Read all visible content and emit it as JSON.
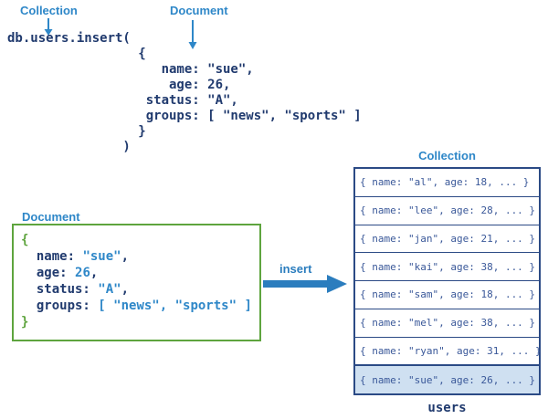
{
  "colors": {
    "navy": "#203a6e",
    "label_blue": "#2e87c8",
    "arrow_blue": "#2b7dbe",
    "green": "#5ea43e",
    "row_text_blue": "#3a5899",
    "table_border": "#2b4a85",
    "highlight_row_bg": "#cfe0f1"
  },
  "top": {
    "collection_label": "Collection",
    "document_label": "Document",
    "code_lines": [
      "db.users.insert(",
      "                 {",
      "                    name: \"sue\",",
      "                     age: 26,",
      "                  status: \"A\",",
      "                  groups: [ \"news\", \"sports\" ]",
      "                 }",
      "               )"
    ]
  },
  "document_box": {
    "label": "Document",
    "open_brace": "{",
    "lines": [
      {
        "key": "  name: ",
        "value": "\"sue\"",
        "suffix": ","
      },
      {
        "key": "  age: ",
        "value": "26",
        "suffix": ","
      },
      {
        "key": "  status: ",
        "value": "\"A\"",
        "suffix": ","
      },
      {
        "key": "  groups: ",
        "value": "[ \"news\", \"sports\" ]",
        "suffix": ""
      }
    ],
    "close_brace": "}"
  },
  "insert_arrow": {
    "label": "insert"
  },
  "collection_table": {
    "label": "Collection",
    "rows": [
      "{ name: \"al\", age: 18, ... }",
      "{ name: \"lee\", age: 28, ... }",
      "{ name: \"jan\", age: 21, ... }",
      "{ name: \"kai\", age: 38, ... }",
      "{ name: \"sam\", age: 18, ... }",
      "{ name: \"mel\", age: 38, ... }",
      "{ name: \"ryan\", age: 31, ... }",
      "{ name: \"sue\", age: 26, ... }"
    ],
    "highlighted_row_index": 7,
    "name": "users"
  }
}
